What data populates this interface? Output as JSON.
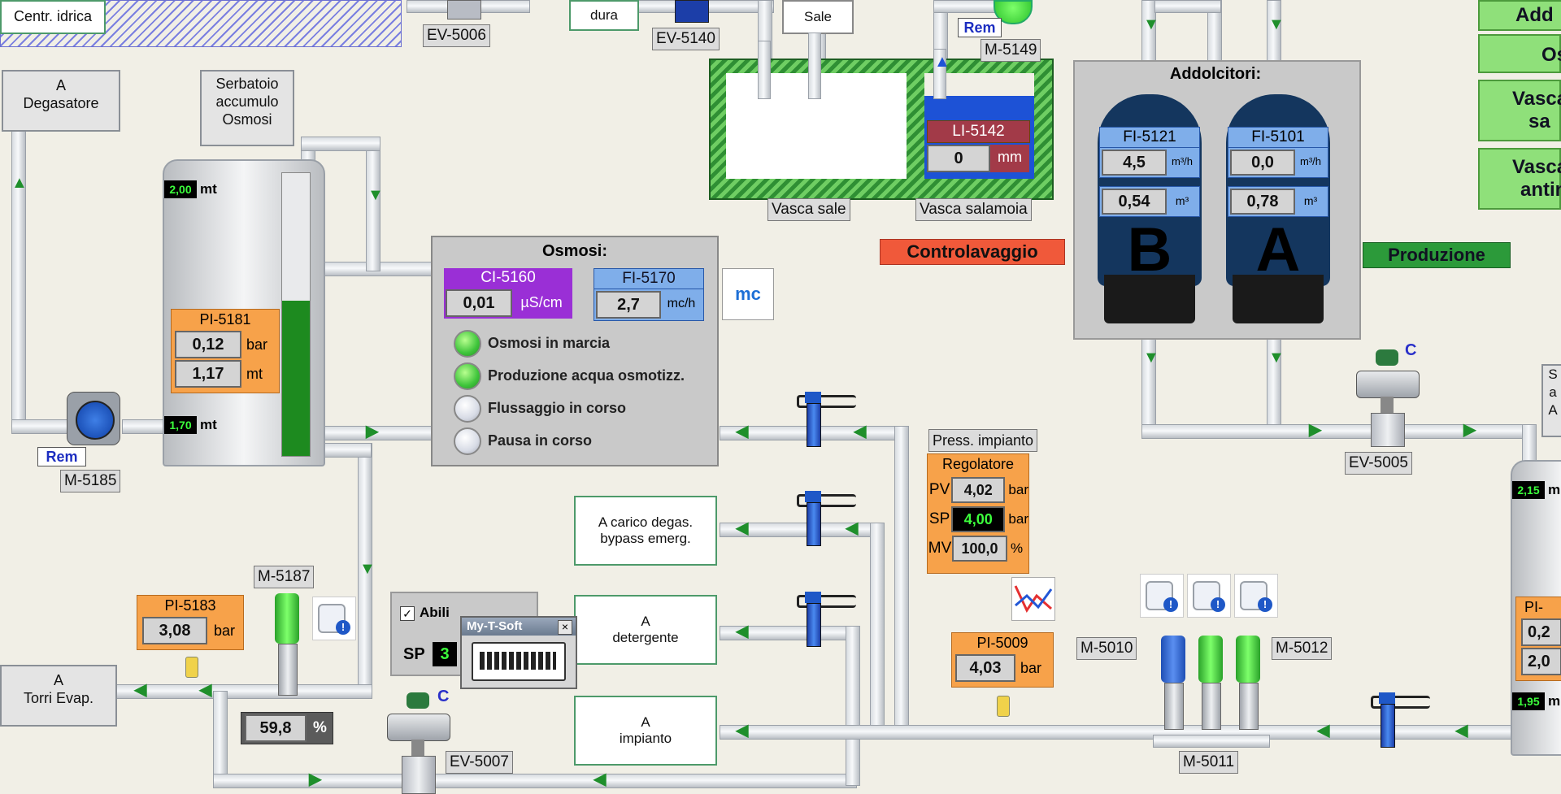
{
  "labels": {
    "centr_idrica": "Centr. idrica",
    "a_degasatore": [
      "A",
      "Degasatore"
    ],
    "serbatoio": [
      "Serbatoio",
      "accumulo",
      "Osmosi"
    ],
    "dura": "dura",
    "sale": "Sale",
    "vasca_sale": "Vasca sale",
    "vasca_salamoia": "Vasca salamoia",
    "addolcitori": "Addolcitori:",
    "a_torri": [
      "A",
      "Torri Evap."
    ],
    "carico_degas": [
      "A carico degas.",
      "bypass emerg."
    ],
    "detergente": [
      "A",
      "detergente"
    ],
    "impianto": [
      "A",
      "impianto"
    ],
    "press_impianto": "Press. impianto",
    "vessel_b": "B",
    "vessel_a": "A"
  },
  "tags": {
    "ev5006": "EV-5006",
    "ev5140": "EV-5140",
    "m5149": "M-5149",
    "m5185": "M-5185",
    "m5187": "M-5187",
    "ev5007": "EV-5007",
    "ev5005": "EV-5005",
    "m5010": "M-5010",
    "m5011": "M-5011",
    "m5012": "M-5012",
    "rem": "Rem",
    "c": "C"
  },
  "tank_osmosi": {
    "level_top": "2,00",
    "level_bottom": "1,70",
    "unit": "mt",
    "fill_fraction": 0.55
  },
  "pi5181": {
    "tag": "PI-5181",
    "v1": "0,12",
    "u1": "bar",
    "v2": "1,17",
    "u2": "mt"
  },
  "pi5183": {
    "tag": "PI-5183",
    "value": "3,08",
    "unit": "bar"
  },
  "pump_speed": {
    "value": "59,8",
    "unit": "%"
  },
  "li5142": {
    "tag": "LI-5142",
    "value": "0",
    "unit": "mm"
  },
  "fi5121": {
    "tag": "FI-5121",
    "flow": "4,5",
    "flow_unit": "m³/h",
    "total": "0,54",
    "total_unit": "m³"
  },
  "fi5101": {
    "tag": "FI-5101",
    "flow": "0,0",
    "flow_unit": "m³/h",
    "total": "0,78",
    "total_unit": "m³"
  },
  "osmosi_panel": {
    "title": "Osmosi:",
    "ci_tag": "CI-5160",
    "ci_value": "0,01",
    "ci_unit": "µS/cm",
    "fi_tag": "FI-5170",
    "fi_value": "2,7",
    "fi_unit": "mc/h",
    "mc_button": "mc",
    "status": [
      {
        "label": "Osmosi in marcia",
        "on": true
      },
      {
        "label": "Produzione acqua osmotizz.",
        "on": true
      },
      {
        "label": "Flussaggio in corso",
        "on": false
      },
      {
        "label": "Pausa in corso",
        "on": false
      }
    ]
  },
  "modes": {
    "controlavaggio": "Controlavaggio",
    "produzione": "Produzione"
  },
  "regolatore": {
    "title": "Regolatore",
    "pv_label": "PV",
    "pv_value": "4,02",
    "pv_unit": "bar",
    "sp_label": "SP",
    "sp_value": "4,00",
    "sp_unit": "bar",
    "mv_label": "MV",
    "mv_value": "100,0",
    "mv_unit": "%"
  },
  "pi5009": {
    "tag": "PI-5009",
    "value": "4,03",
    "unit": "bar"
  },
  "abilita": {
    "label": "Abili",
    "sp_label": "SP",
    "sp_value": "3"
  },
  "keyboard_popup": {
    "title": "My-T-Soft",
    "close": "×"
  },
  "right_side": {
    "buttons": [
      "Add",
      "Os",
      "Vasca",
      "Vasca"
    ],
    "button_sub": [
      "",
      "",
      "sa",
      "antin"
    ],
    "level_top": "2,15",
    "level_bottom": "1,95",
    "unit": "m",
    "pi_partial": "PI-",
    "pi_v1": "0,2",
    "pi_v2": "2,0",
    "partial_lbl": [
      "S",
      "a",
      "A"
    ]
  }
}
